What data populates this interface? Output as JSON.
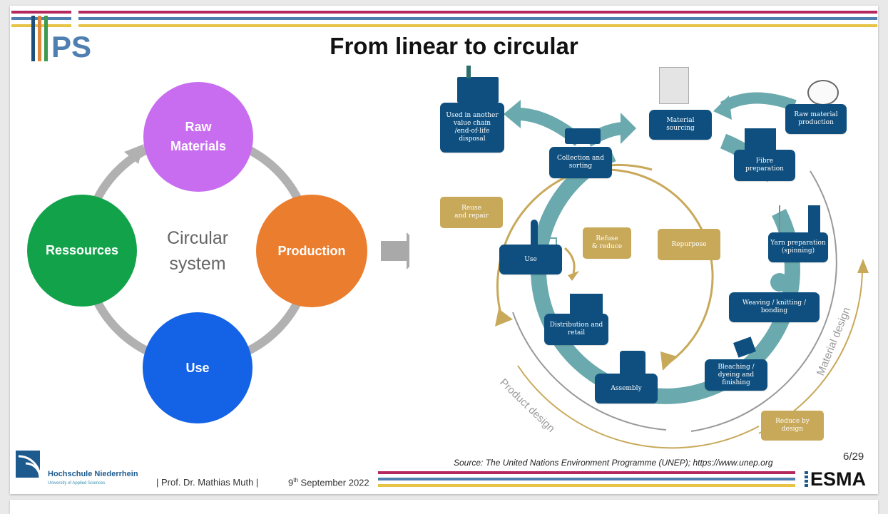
{
  "slide": {
    "title": "From linear to circular",
    "logo_text": "PS",
    "page_number": "6/29",
    "source": "Source: The United Nations Environment Programme (UNEP); https://www.unep.org",
    "colors": {
      "magenta": "#b5285e",
      "blue": "#4f7fb0",
      "yellow": "#e8c446",
      "navy": "#0e4f7f",
      "teal": "#6aa9ad",
      "gold": "#c8a95a"
    }
  },
  "left_diagram": {
    "center_label_line1": "Circular",
    "center_label_line2": "system",
    "nodes": [
      {
        "label_line1": "Raw",
        "label_line2": "Materials",
        "color": "#c86df0"
      },
      {
        "label_line1": "Production",
        "label_line2": "",
        "color": "#eb7d2e"
      },
      {
        "label_line1": "Use",
        "label_line2": "",
        "color": "#1463e6"
      },
      {
        "label_line1": "Ressources",
        "label_line2": "",
        "color": "#12a34a"
      }
    ]
  },
  "right_diagram": {
    "process_steps": [
      {
        "label_line1": "Used in another",
        "label_line2": "value chain",
        "label_line3": "/end-of-life",
        "label_line4": "disposal"
      },
      {
        "label_line1": "Collection and",
        "label_line2": "sorting"
      },
      {
        "label_line1": "Material",
        "label_line2": "sourcing"
      },
      {
        "label_line1": "Raw material",
        "label_line2": "production"
      },
      {
        "label_line1": "Fibre",
        "label_line2": "preparation"
      },
      {
        "label_line1": "Yarn preparation",
        "label_line2": "(spinning)"
      },
      {
        "label_line1": "Weaving / knitting / bonding"
      },
      {
        "label_line1": "Bleaching /",
        "label_line2": "dyeing and",
        "label_line3": "finishing"
      },
      {
        "label_line1": "Assembly"
      },
      {
        "label_line1": "Distribution and",
        "label_line2": "retail"
      },
      {
        "label_line1": "Use"
      }
    ],
    "strategies": [
      {
        "label_line1": "Reuse",
        "label_line2": "and repair"
      },
      {
        "label_line1": "Refuse",
        "label_line2": "& reduce"
      },
      {
        "label_line1": "Repurpose"
      },
      {
        "label_line1": "Reduce by",
        "label_line2": "design"
      }
    ],
    "arc_labels": {
      "product_design": "Product design",
      "material_design": "Material design"
    }
  },
  "footer": {
    "university_name": "Hochschule Niederrhein",
    "university_subtitle": "University of Applied Sciences",
    "author": "| Prof. Dr. Mathias Muth |",
    "date_day": "9",
    "date_suffix": "th",
    "date_rest": " September 2022",
    "brand": "ESMA"
  }
}
